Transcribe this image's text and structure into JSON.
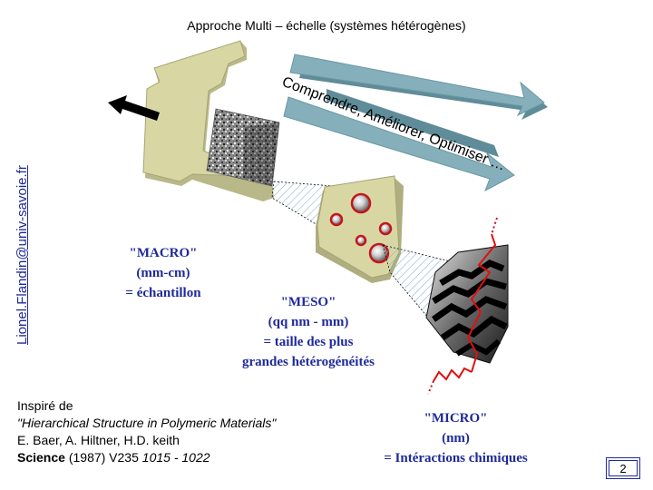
{
  "title": "Approche Multi – échelle (systèmes hétérogènes)",
  "email": "Lionel.Flandin@univ-savoie.fr",
  "arrow_text": "Comprendre, Améliorer, Optimiser …",
  "macro": {
    "line1": "\"MACRO\"",
    "line2": "(mm-cm)",
    "line3": "= échantillon"
  },
  "meso": {
    "line1": "\"MESO\"",
    "line2": "(qq nm - mm)",
    "line3": "= taille des plus",
    "line4": "grandes hétérogénéités"
  },
  "micro": {
    "line1": "\"MICRO\"",
    "line2": "(nm)",
    "line3": "= Intéractions chimiques"
  },
  "reference": {
    "line1": "Inspiré de",
    "line2": "\"Hierarchical Structure in Polymeric Materials\"",
    "line3": "E. Baer, A. Hiltner, H.D. keith",
    "journal": "Science",
    "year": "(1987) V235",
    "pages": "1015 - 1022"
  },
  "page_number": "2",
  "colors": {
    "label_blue": "#1f2a99",
    "sample_beige": "#d8d7a4",
    "arrow_teal": "#7fa9b4",
    "sphere_red": "#c4161c"
  }
}
